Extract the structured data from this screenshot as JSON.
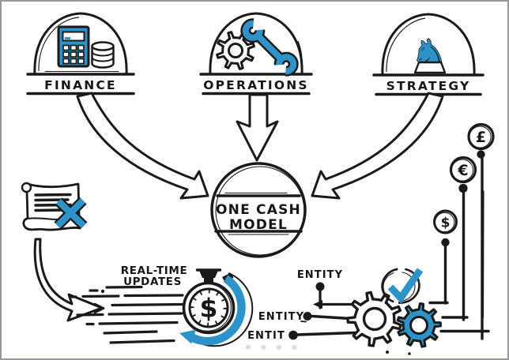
{
  "diagram": {
    "title_hint": "one-cash-model-flow",
    "sources": [
      {
        "label": "FINANCE",
        "icons": [
          "calculator-icon",
          "coins-icon"
        ]
      },
      {
        "label": "OPERATIONS",
        "icons": [
          "gear-icon",
          "wrench-icon"
        ]
      },
      {
        "label": "STRATEGY",
        "icons": [
          "chess-knight-icon"
        ]
      }
    ],
    "center": {
      "line1": "ONE CASH",
      "line2": "MODEL"
    },
    "realtime": {
      "line1": "REAL-TIME",
      "line2": "UPDATES"
    },
    "stopwatch": {
      "symbol": "$"
    },
    "entities": [
      {
        "label": "ENTITY"
      },
      {
        "label": "ENTITY"
      },
      {
        "label": "ENTIT"
      }
    ],
    "currencies": [
      {
        "symbol": "£"
      },
      {
        "symbol": "€"
      },
      {
        "symbol": "$"
      }
    ],
    "icon_glyphs": {
      "chess-knight-icon": "♞"
    },
    "colors": {
      "accent": "#2E93C8",
      "ink": "#1a1a1a",
      "canvas": "#FFFFFF",
      "frame": "#97999c"
    }
  }
}
